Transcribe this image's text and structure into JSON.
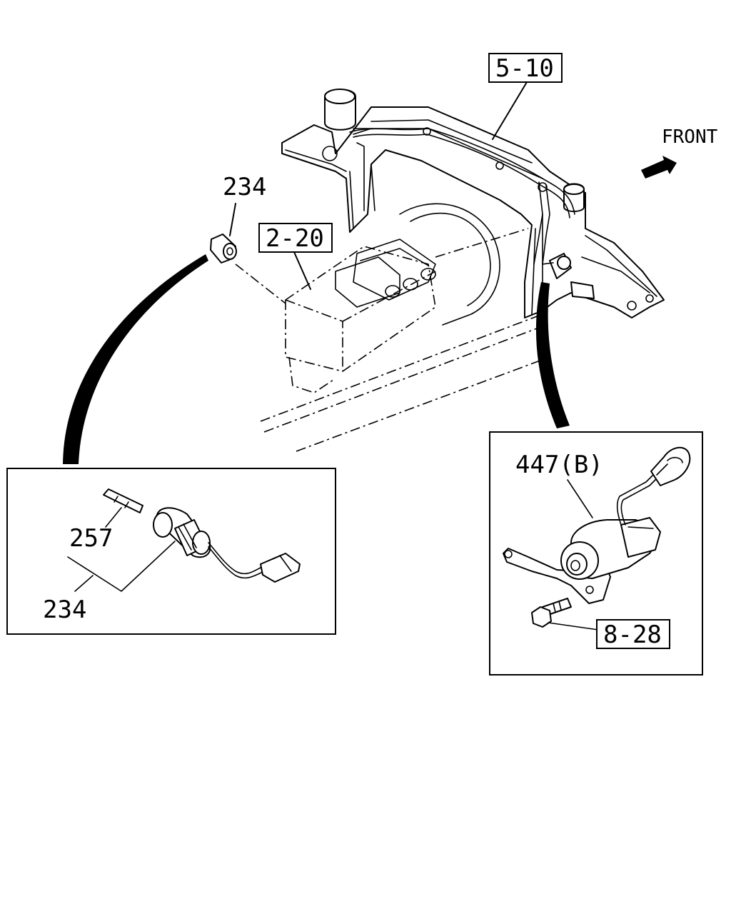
{
  "labels": {
    "ref_5_10": "5-10",
    "front": "FRONT",
    "ref_234_top": "234",
    "ref_2_20": "2-20",
    "ref_257": "257",
    "ref_234_inset": "234",
    "ref_447b": "447(B)",
    "ref_8_28": "8-28"
  }
}
